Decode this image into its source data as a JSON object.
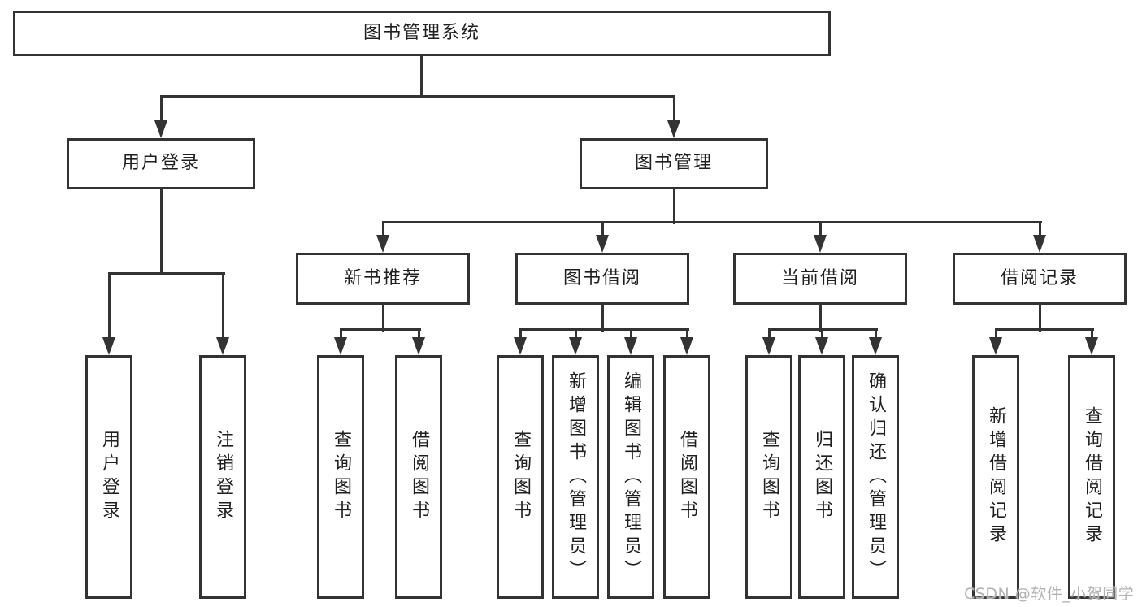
{
  "nodes": {
    "root": "图书管理系统",
    "user_login": "用户登录",
    "book_mgmt": "图书管理",
    "new_book_rec": "新书推荐",
    "book_borrow": "图书借阅",
    "current_borrow": "当前借阅",
    "borrow_records": "借阅记录",
    "leaf_user_login": "用户登录",
    "leaf_logout": "注销登录",
    "leaf_newrec_query_book": "查询图书",
    "leaf_newrec_borrow_book": "借阅图书",
    "leaf_borrow_query_book": "查询图书",
    "leaf_borrow_add_book": "新增图书（管理员）",
    "leaf_borrow_edit_book": "编辑图书（管理员）",
    "leaf_borrow_borrow_book": "借阅图书",
    "leaf_current_query_book": "查询图书",
    "leaf_current_return_book": "归还图书",
    "leaf_current_confirm_return": "确认归还（管理员）",
    "leaf_records_add_record": "新增借阅记录",
    "leaf_records_query_record": "查询借阅记录"
  },
  "watermark": "CSDN @软件_小贺同学",
  "colors": {
    "line": "#333333",
    "text": "#1f1f1f",
    "watermark": "#b3b3b3",
    "background": "#ffffff"
  }
}
